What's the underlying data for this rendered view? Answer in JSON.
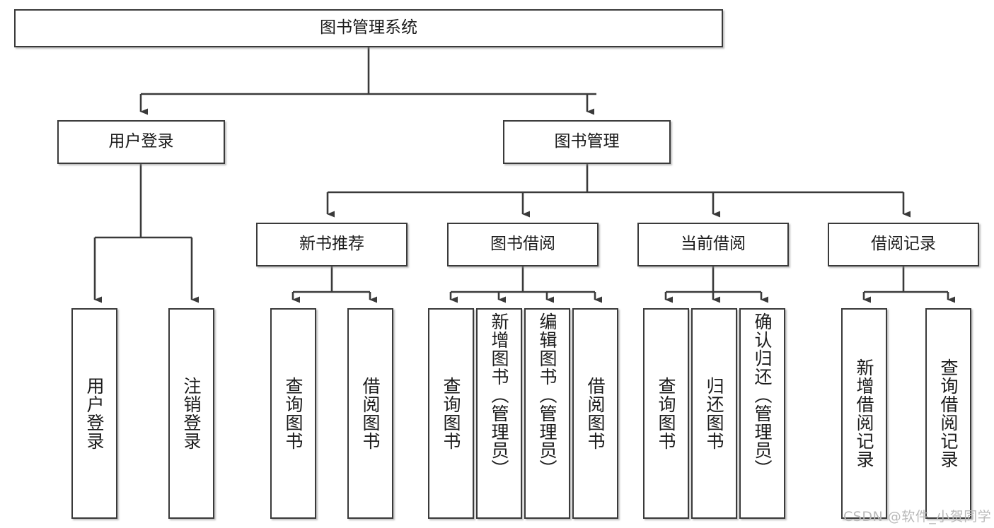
{
  "diagram": {
    "title": "图书管理系统",
    "type": "tree-hierarchy",
    "root": {
      "id": "root",
      "label": "图书管理系统"
    },
    "level2": [
      {
        "id": "user-login",
        "label": "用户登录"
      },
      {
        "id": "book-manage",
        "label": "图书管理"
      }
    ],
    "level3": [
      {
        "id": "new-book-recommend",
        "label": "新书推荐"
      },
      {
        "id": "book-borrow",
        "label": "图书借阅"
      },
      {
        "id": "current-borrow",
        "label": "当前借阅"
      },
      {
        "id": "borrow-record",
        "label": "借阅记录"
      }
    ],
    "leaves": [
      {
        "id": "leaf-user-login",
        "label": "用户登录",
        "parent": "user-login"
      },
      {
        "id": "leaf-logout",
        "label": "注销登录",
        "parent": "user-login"
      },
      {
        "id": "leaf-query-book-1",
        "label": "查询图书",
        "parent": "new-book-recommend"
      },
      {
        "id": "leaf-borrow-book-1",
        "label": "借阅图书",
        "parent": "new-book-recommend"
      },
      {
        "id": "leaf-query-book-2",
        "label": "查询图书",
        "parent": "book-borrow"
      },
      {
        "id": "leaf-add-book",
        "label": "新增图书（管理员）",
        "parent": "book-borrow"
      },
      {
        "id": "leaf-edit-book",
        "label": "编辑图书（管理员）",
        "parent": "book-borrow"
      },
      {
        "id": "leaf-borrow-book-2",
        "label": "借阅图书",
        "parent": "book-borrow"
      },
      {
        "id": "leaf-query-book-3",
        "label": "查询图书",
        "parent": "current-borrow"
      },
      {
        "id": "leaf-return-book",
        "label": "归还图书",
        "parent": "current-borrow"
      },
      {
        "id": "leaf-confirm-return",
        "label": "确认归还（管理员）",
        "parent": "current-borrow"
      },
      {
        "id": "leaf-add-record",
        "label": "新增借阅记录",
        "parent": "borrow-record"
      },
      {
        "id": "leaf-query-record",
        "label": "查询借阅记录",
        "parent": "borrow-record"
      }
    ],
    "colors": {
      "box_border": "#3a3a3a",
      "box_fill": "#ffffff",
      "connector": "#3a3a3a",
      "text": "#1b1b1b",
      "watermark": "#b9b9b9",
      "background": "#ffffff"
    }
  },
  "watermark": {
    "text": "CSDN @软件_小贺同学"
  }
}
